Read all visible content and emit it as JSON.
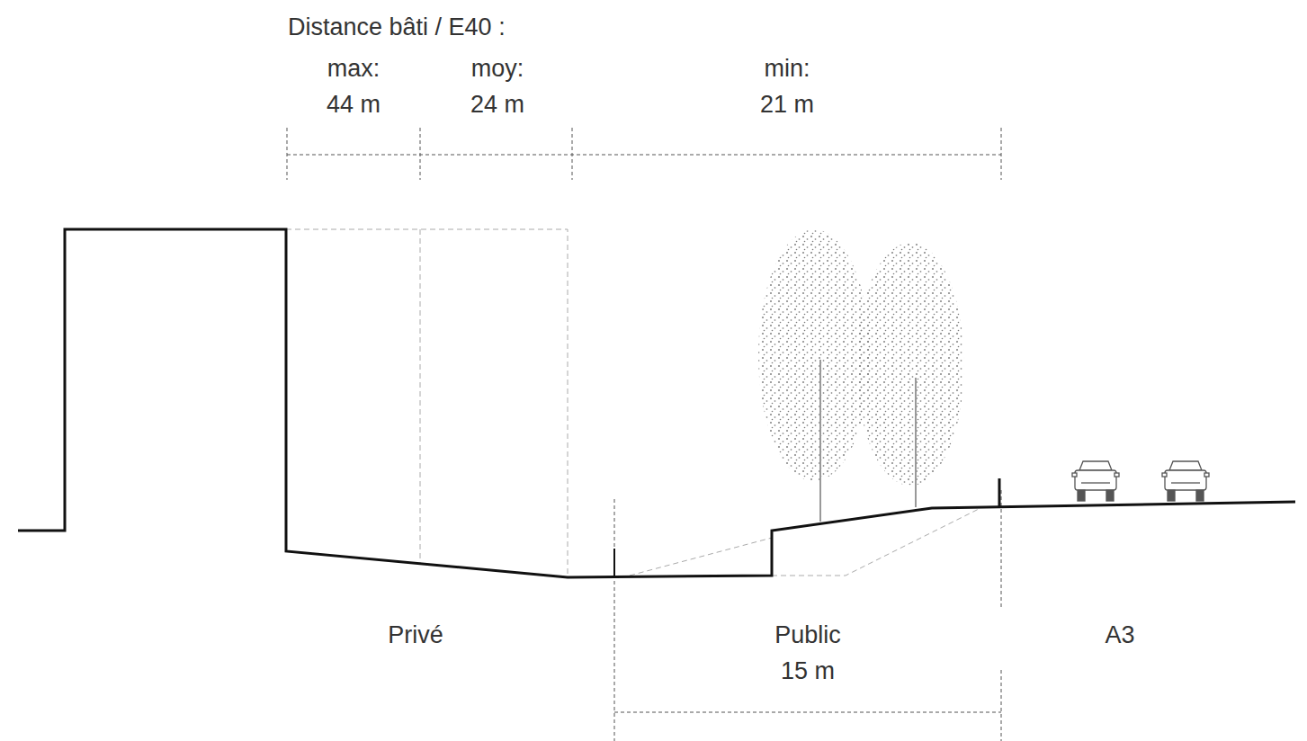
{
  "diagram": {
    "title": "Distance bâti / E40 :",
    "labels": [
      "max:",
      "44 m",
      "moy:",
      "24 m",
      "min:",
      "21 m",
      "Privé",
      "Public",
      "15 m",
      "A3"
    ]
  }
}
